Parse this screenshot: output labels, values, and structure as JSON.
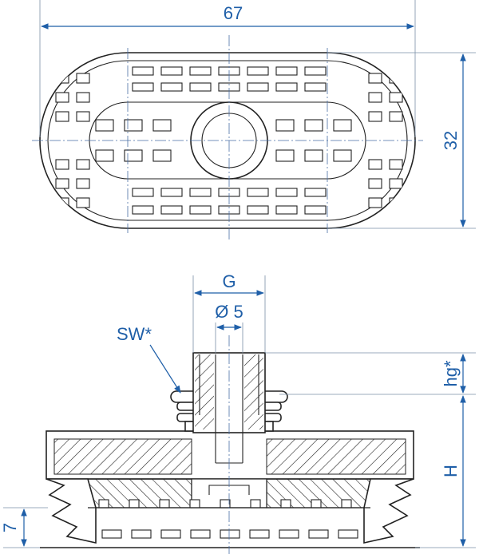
{
  "dimensions": {
    "length": "67",
    "width": "32",
    "thread": "G",
    "bore": "Ø 5",
    "wrench_size": "SW*",
    "thread_depth": "hg*",
    "height": "H",
    "lip_height": "7"
  },
  "colors": {
    "dimension": "#1f5fa8",
    "outline": "#222222"
  }
}
